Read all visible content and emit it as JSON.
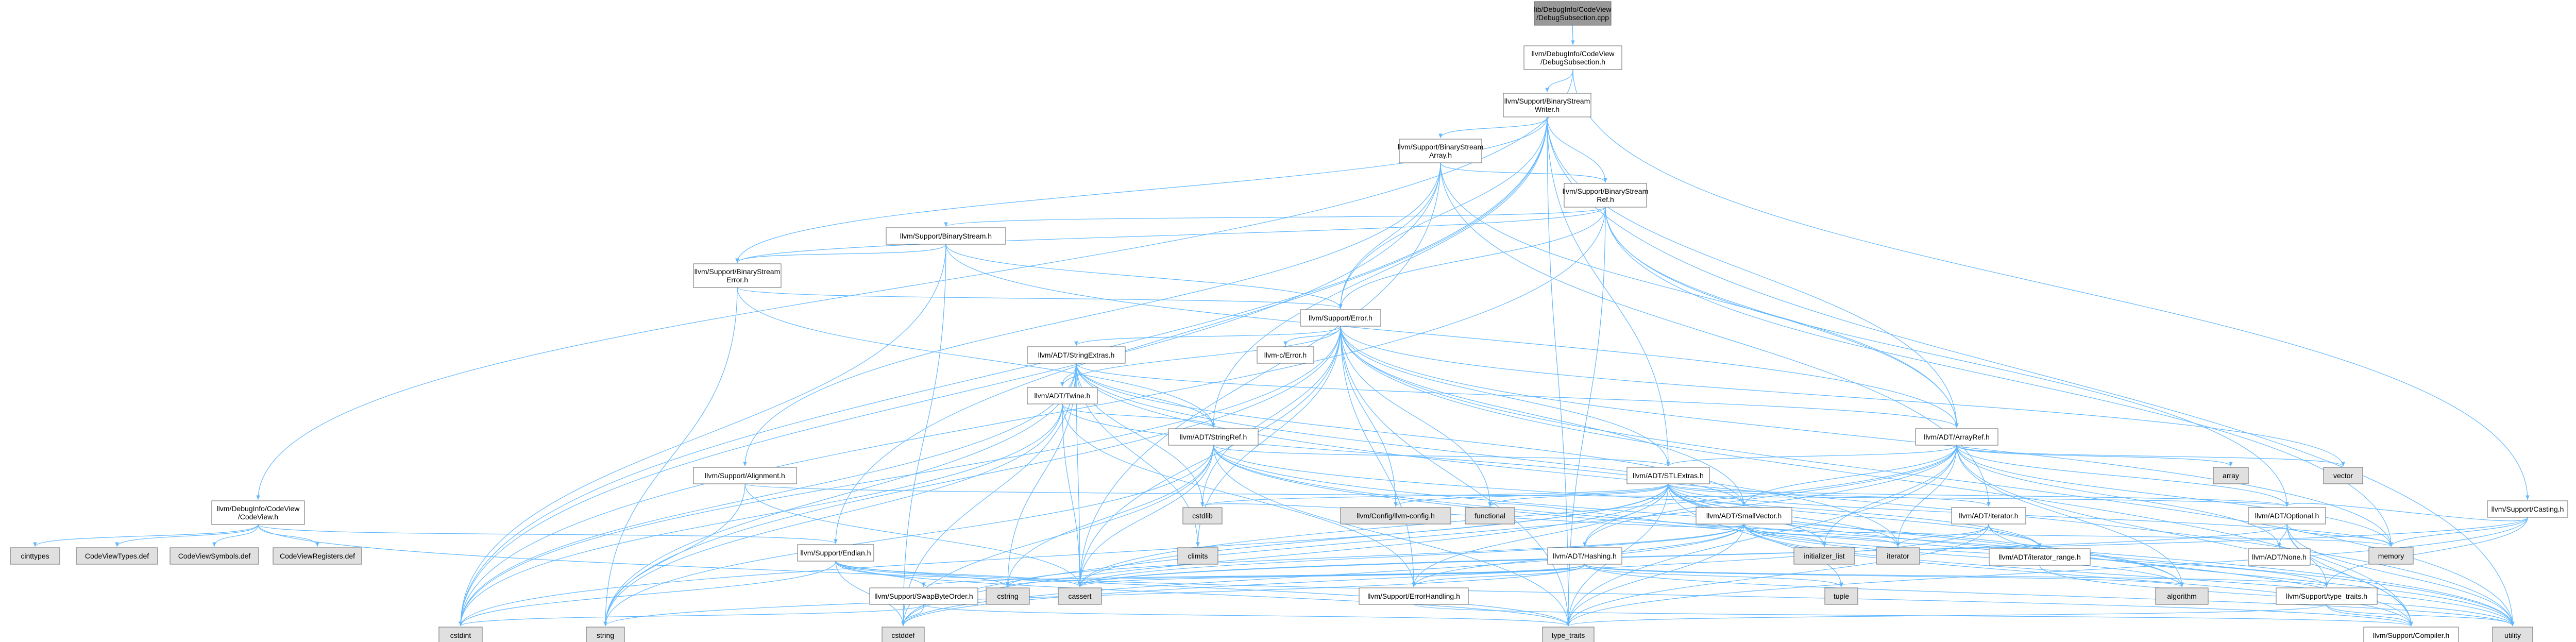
{
  "graph": {
    "nodes": [
      {
        "id": "root",
        "lines": [
          "lib/DebugInfo/CodeView",
          "/DebugSubsection.cpp"
        ],
        "style": "root"
      },
      {
        "id": "dsub",
        "lines": [
          "llvm/DebugInfo/CodeView",
          "/DebugSubsection.h"
        ],
        "style": "plain"
      },
      {
        "id": "bsw",
        "lines": [
          "llvm/Support/BinaryStream",
          "Writer.h"
        ],
        "style": "plain"
      },
      {
        "id": "cv",
        "lines": [
          "llvm/DebugInfo/CodeView",
          "/CodeView.h"
        ],
        "style": "plain"
      },
      {
        "id": "casting",
        "lines": [
          "llvm/Support/Casting.h"
        ],
        "style": "plain"
      },
      {
        "id": "bsa",
        "lines": [
          "llvm/Support/BinaryStream",
          "Array.h"
        ],
        "style": "plain"
      },
      {
        "id": "bsr",
        "lines": [
          "llvm/Support/BinaryStream",
          "Ref.h"
        ],
        "style": "plain"
      },
      {
        "id": "bs",
        "lines": [
          "llvm/Support/BinaryStream.h"
        ],
        "style": "red"
      },
      {
        "id": "bse",
        "lines": [
          "llvm/Support/BinaryStream",
          "Error.h"
        ],
        "style": "plain"
      },
      {
        "id": "error",
        "lines": [
          "llvm/Support/Error.h"
        ],
        "style": "red"
      },
      {
        "id": "cerror",
        "lines": [
          "llvm-c/Error.h"
        ],
        "style": "red"
      },
      {
        "id": "stringextras",
        "lines": [
          "llvm/ADT/StringExtras.h"
        ],
        "style": "red"
      },
      {
        "id": "twine",
        "lines": [
          "llvm/ADT/Twine.h"
        ],
        "style": "plain"
      },
      {
        "id": "stringref",
        "lines": [
          "llvm/ADT/StringRef.h"
        ],
        "style": "plain"
      },
      {
        "id": "arrayref",
        "lines": [
          "llvm/ADT/ArrayRef.h"
        ],
        "style": "plain"
      },
      {
        "id": "stlextras",
        "lines": [
          "llvm/ADT/STLExtras.h"
        ],
        "style": "plain"
      },
      {
        "id": "alignment",
        "lines": [
          "llvm/Support/Alignment.h"
        ],
        "style": "red"
      },
      {
        "id": "endian",
        "lines": [
          "llvm/Support/Endian.h"
        ],
        "style": "plain"
      },
      {
        "id": "swapbyte",
        "lines": [
          "llvm/Support/SwapByteOrder.h"
        ],
        "style": "red"
      },
      {
        "id": "smallvector",
        "lines": [
          "llvm/ADT/SmallVector.h"
        ],
        "style": "red"
      },
      {
        "id": "hashing",
        "lines": [
          "llvm/ADT/Hashing.h"
        ],
        "style": "red"
      },
      {
        "id": "iterator",
        "lines": [
          "llvm/ADT/iterator.h"
        ],
        "style": "plain"
      },
      {
        "id": "iterrange",
        "lines": [
          "llvm/ADT/iterator_range.h"
        ],
        "style": "plain"
      },
      {
        "id": "optional",
        "lines": [
          "llvm/ADT/Optional.h"
        ],
        "style": "red"
      },
      {
        "id": "none",
        "lines": [
          "llvm/ADT/None.h"
        ],
        "style": "plain"
      },
      {
        "id": "typetraits",
        "lines": [
          "llvm/Support/type_traits.h"
        ],
        "style": "plain"
      },
      {
        "id": "compiler",
        "lines": [
          "llvm/Support/Compiler.h"
        ],
        "style": "red"
      },
      {
        "id": "errhandling",
        "lines": [
          "llvm/Support/ErrorHandling.h"
        ],
        "style": "plain"
      },
      {
        "id": "cfgbreak",
        "lines": [
          "llvm/Config/llvm-config.h"
        ],
        "style": "gray"
      },
      {
        "id": "functional",
        "lines": [
          "functional"
        ],
        "style": "gray"
      },
      {
        "id": "cstddef",
        "lines": [
          "cstddef"
        ],
        "style": "gray"
      },
      {
        "id": "cstdint",
        "lines": [
          "cstdint"
        ],
        "style": "gray"
      },
      {
        "id": "string",
        "lines": [
          "string"
        ],
        "style": "gray"
      },
      {
        "id": "cinttypes",
        "lines": [
          "cinttypes"
        ],
        "style": "gray"
      },
      {
        "id": "cvtypes",
        "lines": [
          "CodeViewTypes.def"
        ],
        "style": "gray"
      },
      {
        "id": "cvsymbols",
        "lines": [
          "CodeViewSymbols.def"
        ],
        "style": "gray"
      },
      {
        "id": "cvregs",
        "lines": [
          "CodeViewRegisters.def"
        ],
        "style": "gray"
      },
      {
        "id": "cstring",
        "lines": [
          "cstring"
        ],
        "style": "gray"
      },
      {
        "id": "cassert",
        "lines": [
          "cassert"
        ],
        "style": "gray"
      },
      {
        "id": "typetraitsstd",
        "lines": [
          "type_traits"
        ],
        "style": "gray"
      },
      {
        "id": "climits",
        "lines": [
          "climits"
        ],
        "style": "gray"
      },
      {
        "id": "cstdlib",
        "lines": [
          "cstdlib"
        ],
        "style": "gray"
      },
      {
        "id": "initlist",
        "lines": [
          "initializer_list"
        ],
        "style": "gray"
      },
      {
        "id": "iteratorstd",
        "lines": [
          "iterator"
        ],
        "style": "gray"
      },
      {
        "id": "memory",
        "lines": [
          "memory"
        ],
        "style": "gray"
      },
      {
        "id": "algorithm",
        "lines": [
          "algorithm"
        ],
        "style": "gray"
      },
      {
        "id": "tuple",
        "lines": [
          "tuple"
        ],
        "style": "gray"
      },
      {
        "id": "utility",
        "lines": [
          "utility"
        ],
        "style": "gray"
      },
      {
        "id": "array",
        "lines": [
          "array"
        ],
        "style": "gray"
      },
      {
        "id": "vector",
        "lines": [
          "vector"
        ],
        "style": "gray"
      }
    ],
    "edges": [
      [
        "root",
        "dsub"
      ],
      [
        "dsub",
        "bsw"
      ],
      [
        "dsub",
        "cv"
      ],
      [
        "dsub",
        "casting"
      ],
      [
        "bsw",
        "bsa"
      ],
      [
        "bsw",
        "bsr"
      ],
      [
        "bsw",
        "bse"
      ],
      [
        "bsw",
        "error"
      ],
      [
        "bsw",
        "arrayref"
      ],
      [
        "bsw",
        "stlextras"
      ],
      [
        "bsw",
        "endian"
      ],
      [
        "bsw",
        "cstdint"
      ],
      [
        "bsw",
        "typetraitsstd"
      ],
      [
        "bsw",
        "utility"
      ],
      [
        "bsw",
        "stringref"
      ],
      [
        "bsa",
        "bsr"
      ],
      [
        "bsa",
        "error"
      ],
      [
        "bsa",
        "arrayref"
      ],
      [
        "bsa",
        "iterator"
      ],
      [
        "bsa",
        "alignment"
      ],
      [
        "bsa",
        "cassert"
      ],
      [
        "bsa",
        "cstdint"
      ],
      [
        "bsr",
        "bs"
      ],
      [
        "bsr",
        "bse"
      ],
      [
        "bsr",
        "error"
      ],
      [
        "bsr",
        "arrayref"
      ],
      [
        "bsr",
        "optional"
      ],
      [
        "bsr",
        "cstdint"
      ],
      [
        "bsr",
        "memory"
      ],
      [
        "bsr",
        "typetraitsstd"
      ],
      [
        "bs",
        "bse"
      ],
      [
        "bs",
        "error"
      ],
      [
        "bs",
        "arrayref"
      ],
      [
        "bs",
        "cstdint"
      ],
      [
        "bs",
        "cstddef"
      ],
      [
        "bse",
        "error"
      ],
      [
        "bse",
        "stringref"
      ],
      [
        "bse",
        "string"
      ],
      [
        "error",
        "cerror"
      ],
      [
        "error",
        "stringextras"
      ],
      [
        "error",
        "twine"
      ],
      [
        "error",
        "stlextras"
      ],
      [
        "error",
        "smallvector"
      ],
      [
        "error",
        "cfgbreak"
      ],
      [
        "error",
        "functional"
      ],
      [
        "error",
        "compiler"
      ],
      [
        "error",
        "errhandling"
      ],
      [
        "error",
        "cassert"
      ],
      [
        "error",
        "cstdint"
      ],
      [
        "error",
        "cstdlib"
      ],
      [
        "error",
        "memory"
      ],
      [
        "error",
        "string"
      ],
      [
        "error",
        "system_error"
      ],
      [
        "error",
        "typetraitsstd"
      ],
      [
        "error",
        "utility"
      ],
      [
        "error",
        "vector"
      ],
      [
        "error",
        "climits"
      ],
      [
        "stringextras",
        "twine"
      ],
      [
        "stringextras",
        "stringref"
      ],
      [
        "stringextras",
        "arrayref"
      ],
      [
        "stringextras",
        "smallvector"
      ],
      [
        "stringextras",
        "cassert"
      ],
      [
        "stringextras",
        "cstddef"
      ],
      [
        "stringextras",
        "cstdint"
      ],
      [
        "stringextras",
        "cstdlib"
      ],
      [
        "stringextras",
        "cstring"
      ],
      [
        "stringextras",
        "iteratorstd"
      ],
      [
        "stringextras",
        "string"
      ],
      [
        "stringextras",
        "utility"
      ],
      [
        "stringextras",
        "climits"
      ],
      [
        "twine",
        "smallvector"
      ],
      [
        "twine",
        "stringref"
      ],
      [
        "twine",
        "errhandling"
      ],
      [
        "twine",
        "cassert"
      ],
      [
        "twine",
        "cstdint"
      ],
      [
        "twine",
        "string"
      ],
      [
        "stringref",
        "stlextras"
      ],
      [
        "stringref",
        "compiler"
      ],
      [
        "stringref",
        "algorithm"
      ],
      [
        "stringref",
        "cassert"
      ],
      [
        "stringref",
        "cstddef"
      ],
      [
        "stringref",
        "cstring"
      ],
      [
        "stringref",
        "limits"
      ],
      [
        "stringref",
        "string"
      ],
      [
        "stringref",
        "typetraitsstd"
      ],
      [
        "stringref",
        "utility"
      ],
      [
        "stringref",
        "iterrange"
      ],
      [
        "arrayref",
        "hashing"
      ],
      [
        "arrayref",
        "none"
      ],
      [
        "arrayref",
        "smallvector"
      ],
      [
        "arrayref",
        "stlextras"
      ],
      [
        "arrayref",
        "compiler"
      ],
      [
        "arrayref",
        "algorithm"
      ],
      [
        "arrayref",
        "array"
      ],
      [
        "arrayref",
        "cassert"
      ],
      [
        "arrayref",
        "cstddef"
      ],
      [
        "arrayref",
        "initlist"
      ],
      [
        "arrayref",
        "iteratorstd"
      ],
      [
        "arrayref",
        "memory"
      ],
      [
        "arrayref",
        "typetraitsstd"
      ],
      [
        "arrayref",
        "vector"
      ],
      [
        "arrayref",
        "optional"
      ],
      [
        "stlextras",
        "hashing"
      ],
      [
        "stlextras",
        "optional"
      ],
      [
        "stlextras",
        "iterator"
      ],
      [
        "stlextras",
        "iterrange"
      ],
      [
        "stlextras",
        "cfgbreak"
      ],
      [
        "stlextras",
        "errhandling"
      ],
      [
        "stlextras",
        "algorithm"
      ],
      [
        "stlextras",
        "cassert"
      ],
      [
        "stlextras",
        "cstddef"
      ],
      [
        "stlextras",
        "cstdint"
      ],
      [
        "stlextras",
        "cstdlib"
      ],
      [
        "stlextras",
        "functional"
      ],
      [
        "stlextras",
        "initlist"
      ],
      [
        "stlextras",
        "iteratorstd"
      ],
      [
        "stlextras",
        "limits"
      ],
      [
        "stlextras",
        "memory"
      ],
      [
        "stlextras",
        "tuple"
      ],
      [
        "stlextras",
        "typetraitsstd"
      ],
      [
        "stlextras",
        "utility"
      ],
      [
        "alignment",
        "cassert"
      ],
      [
        "alignment",
        "optional"
      ],
      [
        "alignment",
        "string"
      ],
      [
        "endian",
        "swapbyte"
      ],
      [
        "endian",
        "compiler"
      ],
      [
        "endian",
        "cassert"
      ],
      [
        "endian",
        "cstddef"
      ],
      [
        "endian",
        "cstdint"
      ],
      [
        "endian",
        "cstring"
      ],
      [
        "endian",
        "typetraitsstd"
      ],
      [
        "swapbyte",
        "cstddef"
      ],
      [
        "swapbyte",
        "cstdint"
      ],
      [
        "swapbyte",
        "typetraitsstd"
      ],
      [
        "smallvector",
        "compiler"
      ],
      [
        "smallvector",
        "typetraits"
      ],
      [
        "smallvector",
        "algorithm"
      ],
      [
        "smallvector",
        "cassert"
      ],
      [
        "smallvector",
        "cstddef"
      ],
      [
        "smallvector",
        "cstdlib"
      ],
      [
        "smallvector",
        "cstring"
      ],
      [
        "smallvector",
        "functional"
      ],
      [
        "smallvector",
        "initlist"
      ],
      [
        "smallvector",
        "iteratorstd"
      ],
      [
        "smallvector",
        "limits"
      ],
      [
        "smallvector",
        "memory"
      ],
      [
        "smallvector",
        "new"
      ],
      [
        "smallvector",
        "typetraitsstd"
      ],
      [
        "smallvector",
        "utility"
      ],
      [
        "smallvector",
        "errhandling"
      ],
      [
        "hashing",
        "errhandling"
      ],
      [
        "hashing",
        "swapbyte"
      ],
      [
        "hashing",
        "typetraits"
      ],
      [
        "hashing",
        "algorithm"
      ],
      [
        "hashing",
        "cassert"
      ],
      [
        "hashing",
        "cstring"
      ],
      [
        "hashing",
        "string"
      ],
      [
        "hashing",
        "tuple"
      ],
      [
        "hashing",
        "utility"
      ],
      [
        "iterator",
        "iterrange"
      ],
      [
        "iterator",
        "cstddef"
      ],
      [
        "iterator",
        "iteratorstd"
      ],
      [
        "iterator",
        "typetraitsstd"
      ],
      [
        "iterator",
        "utility"
      ],
      [
        "iterrange",
        "utility"
      ],
      [
        "optional",
        "none"
      ],
      [
        "optional",
        "compiler"
      ],
      [
        "optional",
        "typetraits"
      ],
      [
        "optional",
        "cassert"
      ],
      [
        "optional",
        "memory"
      ],
      [
        "optional",
        "new"
      ],
      [
        "optional",
        "utility"
      ],
      [
        "typetraits",
        "compiler"
      ],
      [
        "typetraits",
        "typetraitsstd"
      ],
      [
        "typetraits",
        "utility"
      ],
      [
        "casting",
        "typetraits"
      ],
      [
        "casting",
        "cassert"
      ],
      [
        "casting",
        "memory"
      ],
      [
        "casting",
        "typetraitsstd"
      ],
      [
        "casting",
        "optional"
      ],
      [
        "cv",
        "cinttypes"
      ],
      [
        "cv",
        "cvtypes"
      ],
      [
        "cv",
        "cvsymbols"
      ],
      [
        "cv",
        "cvregs"
      ],
      [
        "cv",
        "endian"
      ],
      [
        "cv",
        "typetraitsstd"
      ],
      [
        "errhandling",
        "compiler"
      ]
    ]
  }
}
